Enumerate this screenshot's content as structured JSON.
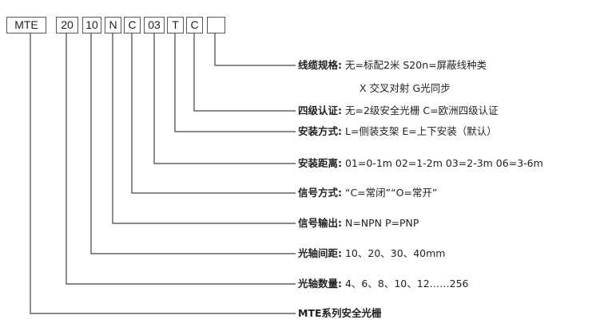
{
  "code_boxes": [
    {
      "text": "MTE"
    },
    {
      "text": "20"
    },
    {
      "text": "10"
    },
    {
      "text": "N"
    },
    {
      "text": "C"
    },
    {
      "text": "03"
    },
    {
      "text": "T"
    },
    {
      "text": "C"
    },
    {
      "text": ""
    }
  ],
  "rows": [
    {
      "label": "线缆规格:",
      "value": " 无=标配2米  S20n=屏蔽线种类"
    },
    {
      "label": "四级认证:",
      "value": " 无=2级安全光栅  C=欧洲四级认证"
    },
    {
      "label": "安装方式:",
      "value": " L=侧装支架  E=上下安装（默认）"
    },
    {
      "label": "安装距离:",
      "value": " 01=0-1m  02=1-2m  03=2-3m  06=3-6m"
    },
    {
      "label": "信号方式:",
      "value": " “C=常闭”“O=常开”"
    },
    {
      "label": "信号输出:",
      "value": " N=NPN  P=PNP"
    },
    {
      "label": "光轴间距:",
      "value": " 10、20、30、40mm"
    },
    {
      "label": "光轴数量:",
      "value": " 4、6、8、10、12……256"
    },
    {
      "label": "MTE系列安全光栅",
      "value": ""
    }
  ],
  "cable_sub": "X 交叉对射  G光同步"
}
